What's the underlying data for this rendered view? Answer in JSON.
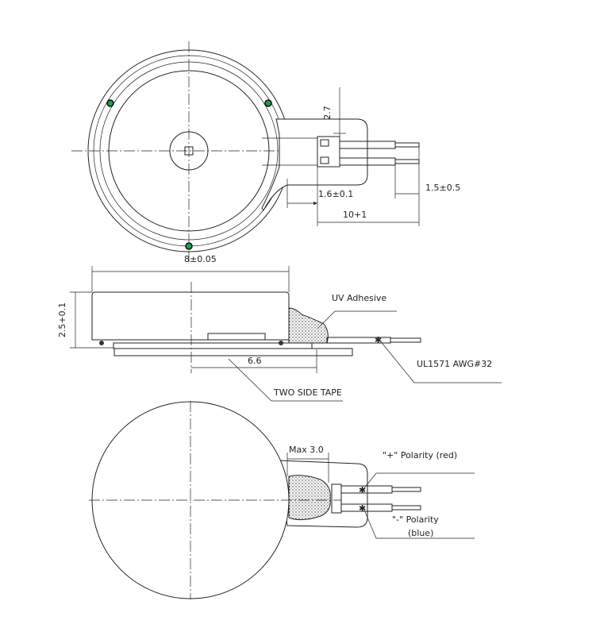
{
  "top_view": {
    "dim_height": "2.7",
    "dim_lead_offset": "1.6±0.1",
    "dim_strip": "1.5±0.5",
    "dim_lead_length": "10+1",
    "dim_diameter": "8±0.05"
  },
  "side_view": {
    "dim_thickness": "2.5+0.1",
    "dim_tape": "6.6",
    "label_adhesive": "UV Adhesive",
    "label_wire": "UL1571  AWG#32",
    "label_tape": "TWO SIDE TAPE"
  },
  "bottom_view": {
    "dim_max": "Max 3.0",
    "label_pos": "\"+\" Polarity (red)",
    "label_neg_line1": "\"-\" Polarity",
    "label_neg_line2": "(blue)"
  },
  "colors": {
    "marker": "#1a9e4a",
    "line": "#222222"
  }
}
